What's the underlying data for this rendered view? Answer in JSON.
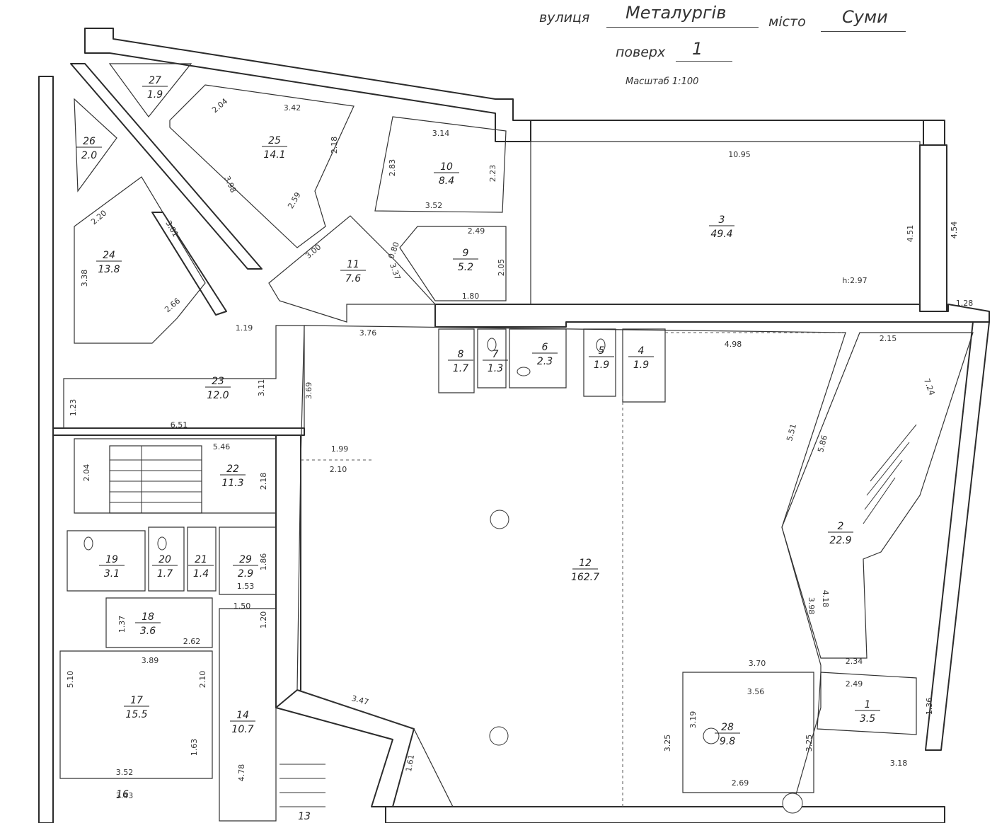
{
  "header": {
    "street_label": "вулиця",
    "street_value": "Металургів",
    "city_label": "місто",
    "city_value": "Суми",
    "floor_label": "поверх",
    "floor_value": "1",
    "scale": "Масштаб 1:100"
  },
  "rooms": [
    {
      "id": "r1",
      "number": "1",
      "area": "3.5"
    },
    {
      "id": "r2",
      "number": "2",
      "area": "22.9"
    },
    {
      "id": "r3",
      "number": "3",
      "area": "49.4"
    },
    {
      "id": "r4",
      "number": "4",
      "area": "1.9"
    },
    {
      "id": "r5",
      "number": "5",
      "area": "1.9"
    },
    {
      "id": "r6",
      "number": "6",
      "area": "2.3"
    },
    {
      "id": "r7",
      "number": "7",
      "area": "1.3"
    },
    {
      "id": "r8",
      "number": "8",
      "area": "1.7"
    },
    {
      "id": "r9",
      "number": "9",
      "area": "5.2"
    },
    {
      "id": "r10",
      "number": "10",
      "area": "8.4"
    },
    {
      "id": "r11",
      "number": "11",
      "area": "7.6"
    },
    {
      "id": "r12",
      "number": "12",
      "area": "162.7"
    },
    {
      "id": "r13",
      "number": "13",
      "area": ""
    },
    {
      "id": "r14",
      "number": "14",
      "area": "10.7"
    },
    {
      "id": "r16",
      "number": "16",
      "area": ""
    },
    {
      "id": "r17",
      "number": "17",
      "area": "15.5"
    },
    {
      "id": "r18",
      "number": "18",
      "area": "3.6"
    },
    {
      "id": "r19",
      "number": "19",
      "area": "3.1"
    },
    {
      "id": "r20",
      "number": "20",
      "area": "1.7"
    },
    {
      "id": "r21",
      "number": "21",
      "area": "1.4"
    },
    {
      "id": "r22",
      "number": "22",
      "area": "11.3"
    },
    {
      "id": "r23",
      "number": "23",
      "area": "12.0"
    },
    {
      "id": "r24",
      "number": "24",
      "area": "13.8"
    },
    {
      "id": "r25",
      "number": "25",
      "area": "14.1"
    },
    {
      "id": "r26",
      "number": "26",
      "area": "2.0"
    },
    {
      "id": "r27",
      "number": "27",
      "area": "1.9"
    },
    {
      "id": "r28",
      "number": "28",
      "area": "9.8"
    },
    {
      "id": "r29",
      "number": "29",
      "area": "2.9"
    }
  ],
  "dimensions": [
    "10.95",
    "4.51",
    "4.54",
    "h:2.97",
    "1.28",
    "3.14",
    "2.83",
    "2.23",
    "3.52",
    "2.49",
    "0.80",
    "2.05",
    "1.80",
    "3.37",
    "3.00",
    "3.42",
    "2.04",
    "2.18",
    "3.98",
    "2.59",
    "2.20",
    "3.81",
    "3.38",
    "2.66",
    "1.19",
    "3.76",
    "3.11",
    "3.69",
    "1.23",
    "6.51",
    "5.46",
    "2.04",
    "2.18",
    "1.99",
    "2.10",
    "4.98",
    "2.15",
    "7.24",
    "5.51",
    "5.86",
    "1.86",
    "1.53",
    "1.50",
    "1.37",
    "2.62",
    "1.20",
    "3.89",
    "2.10",
    "5.10",
    "1.63",
    "3.52",
    "3.43",
    "4.78",
    "3.47",
    "1.61",
    "3.98",
    "4.18",
    "3.70",
    "3.56",
    "3.19",
    "3.25",
    "2.69",
    "3.25",
    "2.34",
    "2.49",
    "1.36",
    "3.18"
  ]
}
